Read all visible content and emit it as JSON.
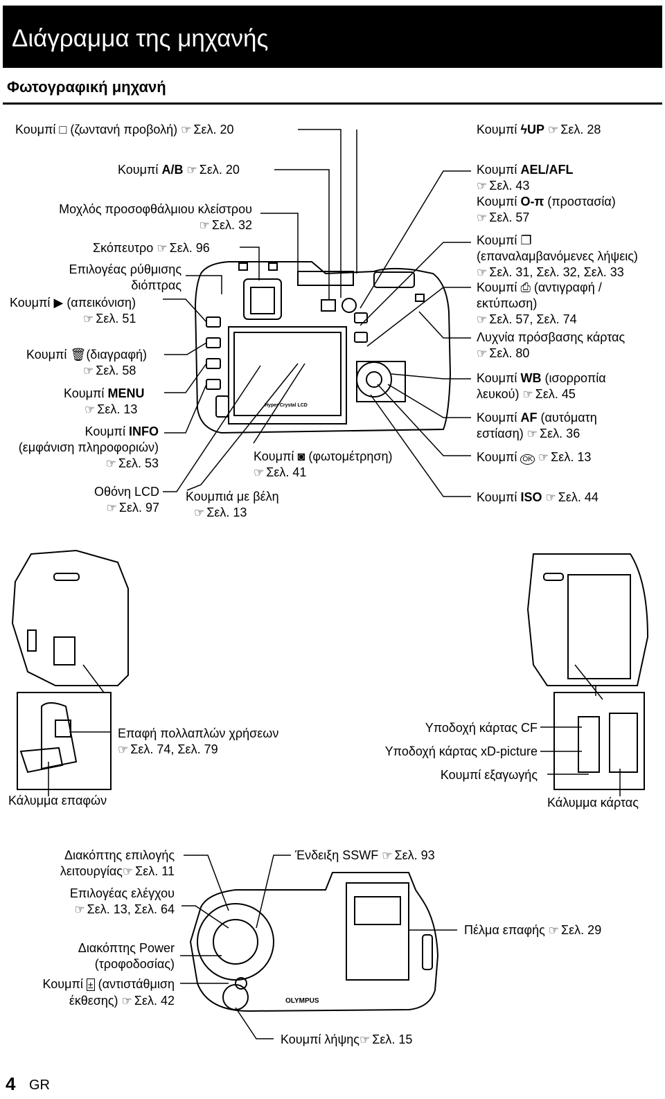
{
  "header": {
    "title": "Διάγραμμα της μηχανής",
    "subtitle": "Φωτογραφική μηχανή"
  },
  "ref_glyph": "☞",
  "back_view": {
    "left": [
      {
        "name": "Κουμπί",
        "sym": "□",
        "desc": "(ζωντανή προβολή)",
        "page": "Σελ. 20"
      },
      {
        "name": "Κουμπί",
        "bold": "A/B",
        "page": "Σελ. 20"
      },
      {
        "name": "Μοχλός προσοφθάλμιου κλείστρου",
        "page": "Σελ. 32"
      },
      {
        "name": "Σκόπευτρο",
        "page": "Σελ. 96"
      },
      {
        "name": "Επιλογέας ρύθμισης",
        "name2": "διόπτρας"
      },
      {
        "name": "Κουμπί",
        "sym": "▶",
        "desc": "(απεικόνιση)",
        "page": "Σελ. 51"
      },
      {
        "name": "Κουμπί",
        "sym": "🗑",
        "desc": "(διαγραφή)",
        "page": "Σελ. 58"
      },
      {
        "name": "Κουμπί",
        "bold": "MENU",
        "page": "Σελ. 13"
      },
      {
        "name": "Κουμπί",
        "bold": "INFO",
        "desc": "(εμφάνιση πληροφοριών)",
        "page": "Σελ. 53"
      },
      {
        "name": "Οθόνη LCD",
        "page": "Σελ. 97"
      }
    ],
    "bottom_center": [
      {
        "name": "Κουμπί",
        "sym": "◙",
        "desc": "(φωτομέτρηση)",
        "page": "Σελ. 41"
      },
      {
        "name": "Κουμπιά με βέλη",
        "page": "Σελ. 13"
      }
    ],
    "right": [
      {
        "name": "Κουμπί",
        "bold": "UP",
        "sym": "ϟ",
        "page": "Σελ. 28"
      },
      {
        "name": "Κουμπί",
        "bold": "AEL/AFL",
        "page": "Σελ. 43"
      },
      {
        "name": "Κουμπί",
        "sym": "O-π",
        "desc": "(προστασία)",
        "page": "Σελ. 57"
      },
      {
        "name": "Κουμπί",
        "sym": "❐",
        "desc": "(επαναλαμβανόμενες λήψεις)",
        "page": "Σελ. 31, Σελ. 32, Σελ. 33"
      },
      {
        "name": "Κουμπί",
        "sym": "⎙",
        "desc": "(αντιγραφή /",
        "desc2": "εκτύπωση)",
        "page": "Σελ. 57, Σελ. 74"
      },
      {
        "name": "Λυχνία πρόσβασης κάρτας",
        "page": "Σελ. 80"
      },
      {
        "name": "Κουμπί",
        "bold": "WB",
        "desc": "(ισορροπία",
        "desc2": "λευκού)",
        "page": "Σελ. 45"
      },
      {
        "name": "Κουμπί",
        "bold": "AF",
        "desc": "(αυτόματη",
        "desc2": "εστίαση)",
        "page": "Σελ. 36"
      },
      {
        "name": "Κουμπί",
        "sym": "OK",
        "page": "Σελ. 13"
      },
      {
        "name": "Κουμπί",
        "bold": "ISO",
        "page": "Σελ. 44"
      }
    ],
    "lcd_print": "Hyper Crystal LCD"
  },
  "side_views": {
    "left": [
      {
        "name": "Επαφή πολλαπλών χρήσεων",
        "page": "Σελ. 74, Σελ. 79"
      },
      {
        "name": "Κάλυμμα επαφών"
      }
    ],
    "right": [
      {
        "name": "Υποδοχή κάρτας CF"
      },
      {
        "name": "Υποδοχή κάρτας xD-picture"
      },
      {
        "name": "Κουμπί εξαγωγής"
      },
      {
        "name": "Κάλυμμα κάρτας"
      }
    ]
  },
  "top_view": {
    "left": [
      {
        "name": "Διακόπτης επιλογής",
        "name2": "λειτουργίας",
        "page": "Σελ. 11"
      },
      {
        "name": "Επιλογέας ελέγχου",
        "page": "Σελ. 13, Σελ. 64"
      },
      {
        "name": "Διακόπτης Power",
        "name2": "(τροφοδοσίας)"
      },
      {
        "name": "Κουμπί",
        "sym": "±",
        "desc": "(αντιστάθμιση",
        "desc2": "έκθεσης)",
        "page": "Σελ. 42"
      }
    ],
    "right": [
      {
        "name": "Ένδειξη SSWF",
        "page": "Σελ. 93"
      },
      {
        "name": "Πέλμα επαφής",
        "page": "Σελ. 29"
      }
    ],
    "bottom": {
      "name": "Κουμπί λήψης",
      "page": "Σελ. 15"
    },
    "brand_print": "OLYMPUS"
  },
  "footer": {
    "page_number": "4",
    "lang": "GR"
  }
}
